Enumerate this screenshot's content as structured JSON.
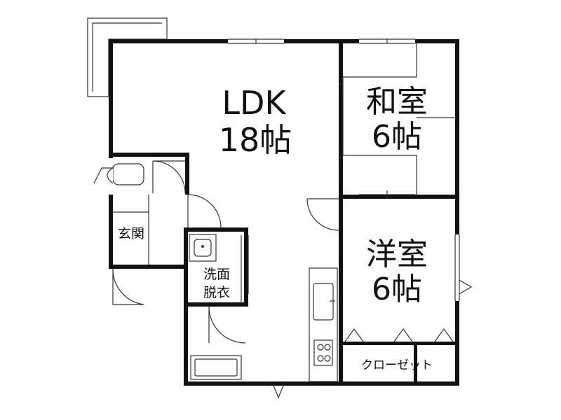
{
  "rooms": {
    "ldk": {
      "name": "LDK",
      "size": "18帖"
    },
    "washitsu": {
      "name": "和室",
      "size": "6帖"
    },
    "yoshitsu": {
      "name": "洋室",
      "size": "6帖"
    },
    "genkan": {
      "name": "玄関"
    },
    "senmen": {
      "line1": "洗面",
      "line2": "脱衣"
    },
    "closet": {
      "name": "クローゼット"
    }
  }
}
